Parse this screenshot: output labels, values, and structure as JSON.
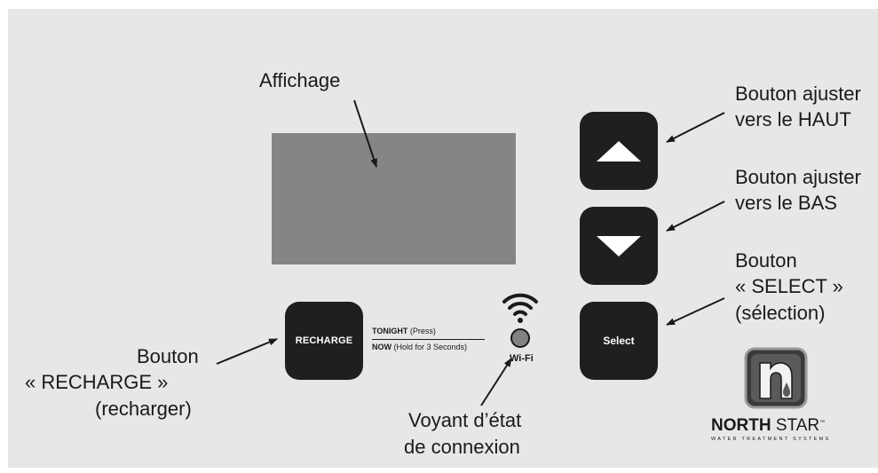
{
  "labels": {
    "display": "Affichage",
    "up_line1": "Bouton ajuster",
    "up_line2": "vers le HAUT",
    "down_line1": "Bouton ajuster",
    "down_line2": "vers le BAS",
    "select_line1": "Bouton",
    "select_line2": "« SELECT »",
    "select_line3": "(sélection)",
    "recharge_line1": "Bouton",
    "recharge_line2": "« RECHARGE »",
    "recharge_line3": "(recharger)",
    "led_line1": "Voyant d’état",
    "led_line2": "de connexion"
  },
  "buttons": {
    "recharge": "RECHARGE",
    "select": "Select"
  },
  "recharge_info": {
    "tonight_bold": "TONIGHT",
    "tonight_rest": " (Press)",
    "now_bold": "NOW",
    "now_rest": " (Hold for 3 Seconds)"
  },
  "wifi": {
    "label": "Wi-Fi",
    "icon": "wifi-icon"
  },
  "brand": {
    "bold": "NORTH",
    "light": " STAR",
    "tm": "™",
    "tagline": "WATER TREATMENT SYSTEMS",
    "logo_letter": "n"
  },
  "colors": {
    "panel": "#e7e7e8",
    "display": "#858585",
    "button": "#1f1f1f",
    "led": "#828282"
  }
}
